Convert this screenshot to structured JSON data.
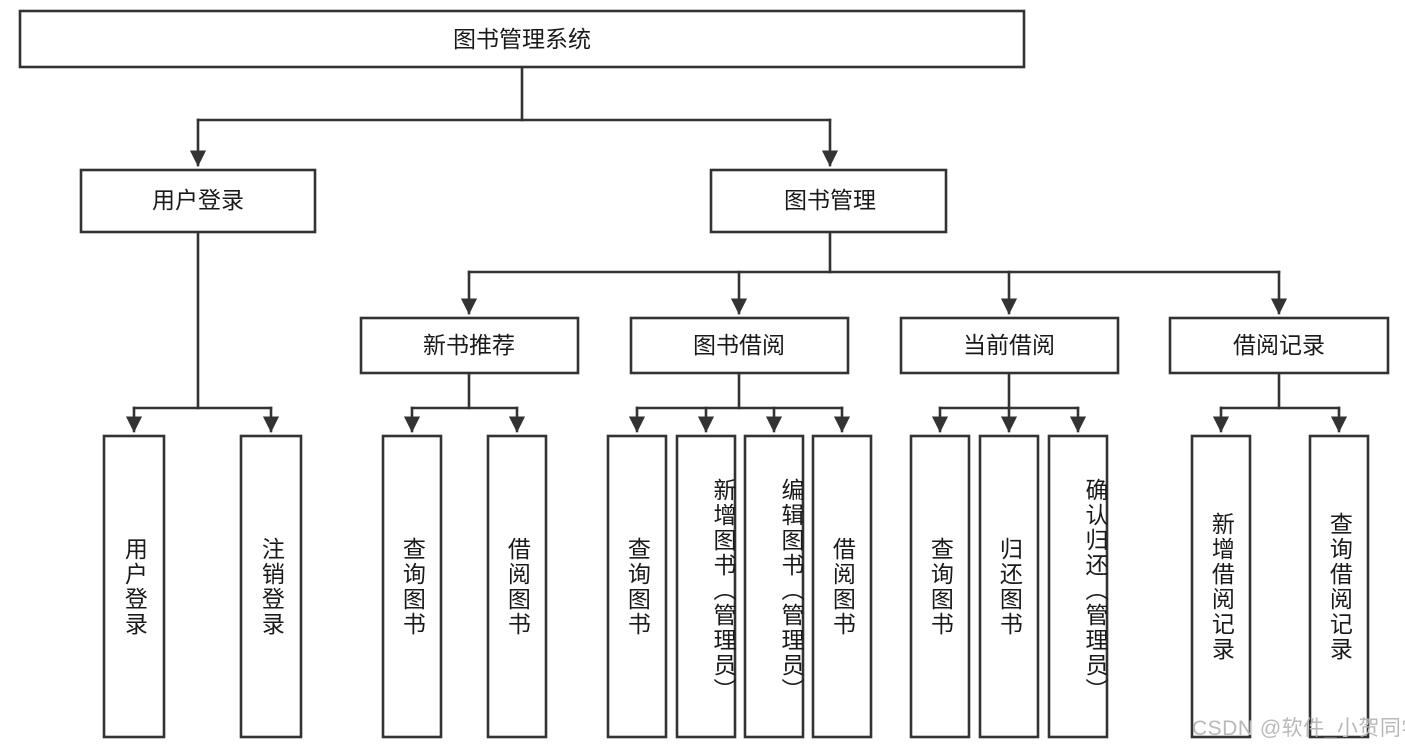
{
  "diagram": {
    "title": "图书管理系统",
    "type": "hierarchy-tree",
    "orientation": "top-down",
    "root": {
      "id": "root",
      "label": "图书管理系统",
      "orientation": "horizontal"
    },
    "level2": [
      {
        "id": "user-login",
        "label": "用户登录",
        "orientation": "horizontal"
      },
      {
        "id": "book-manage",
        "label": "图书管理",
        "orientation": "horizontal"
      }
    ],
    "level3": [
      {
        "id": "new-book-rec",
        "label": "新书推荐",
        "orientation": "horizontal",
        "parent": "book-manage"
      },
      {
        "id": "book-borrow",
        "label": "图书借阅",
        "orientation": "horizontal",
        "parent": "book-manage"
      },
      {
        "id": "current-borrow",
        "label": "当前借阅",
        "orientation": "horizontal",
        "parent": "book-manage"
      },
      {
        "id": "borrow-record",
        "label": "借阅记录",
        "orientation": "horizontal",
        "parent": "book-manage"
      }
    ],
    "leaves": [
      {
        "id": "leaf-user-login",
        "label": "用户登录",
        "orientation": "vertical",
        "parent": "user-login"
      },
      {
        "id": "leaf-logout",
        "label": "注销登录",
        "orientation": "vertical",
        "parent": "user-login"
      },
      {
        "id": "leaf-query-book-1",
        "label": "查询图书",
        "orientation": "vertical",
        "parent": "new-book-rec"
      },
      {
        "id": "leaf-borrow-book-1",
        "label": "借阅图书",
        "orientation": "vertical",
        "parent": "new-book-rec"
      },
      {
        "id": "leaf-query-book-2",
        "label": "查询图书",
        "orientation": "vertical",
        "parent": "book-borrow"
      },
      {
        "id": "leaf-add-book",
        "label": "新增图书（管理员）",
        "orientation": "vertical",
        "parent": "book-borrow"
      },
      {
        "id": "leaf-edit-book",
        "label": "编辑图书（管理员）",
        "orientation": "vertical",
        "parent": "book-borrow"
      },
      {
        "id": "leaf-borrow-book-2",
        "label": "借阅图书",
        "orientation": "vertical",
        "parent": "book-borrow"
      },
      {
        "id": "leaf-query-book-3",
        "label": "查询图书",
        "orientation": "vertical",
        "parent": "current-borrow"
      },
      {
        "id": "leaf-return-book",
        "label": "归还图书",
        "orientation": "vertical",
        "parent": "current-borrow"
      },
      {
        "id": "leaf-confirm-return",
        "label": "确认归还（管理员）",
        "orientation": "vertical",
        "parent": "current-borrow"
      },
      {
        "id": "leaf-add-record",
        "label": "新增借阅记录",
        "orientation": "vertical",
        "parent": "borrow-record"
      },
      {
        "id": "leaf-query-record",
        "label": "查询借阅记录",
        "orientation": "vertical",
        "parent": "borrow-record"
      }
    ],
    "colors": {
      "stroke": "#333333",
      "fill": "#ffffff",
      "text": "#1a1a1a",
      "watermark": "#b9b9b9",
      "background": "#ffffff"
    }
  },
  "watermark": {
    "text": "CSDN @软件_小贺同学"
  }
}
